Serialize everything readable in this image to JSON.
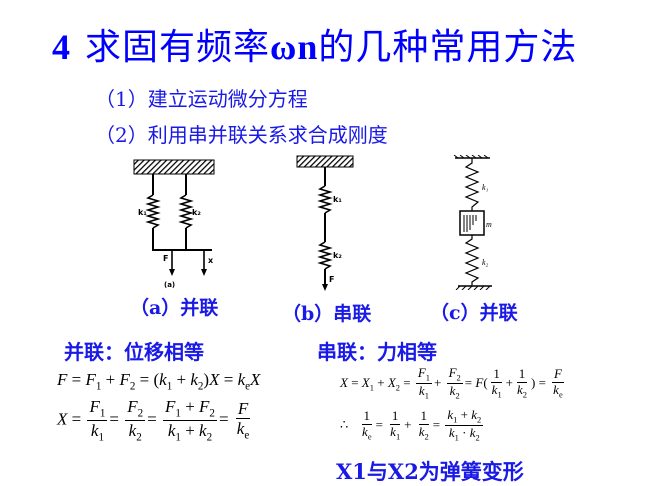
{
  "title": {
    "number": "4",
    "text_before": "求固有频率",
    "omega": "ωn",
    "text_after": "的几种常用方法"
  },
  "points": [
    {
      "label": "（1）",
      "text": "建立运动微分方程"
    },
    {
      "label": "（2）",
      "text": "利用串并联关系求合成刚度"
    }
  ],
  "figures": [
    {
      "id": "a",
      "caption": "（a）并联",
      "labels": [
        "k₁",
        "k₂",
        "F",
        "x",
        "(a)"
      ]
    },
    {
      "id": "b",
      "caption": "（b）串联",
      "labels": [
        "k₁",
        "k₂",
        "F"
      ]
    },
    {
      "id": "c",
      "caption": "（c）并联",
      "labels": [
        "k₁",
        "m",
        "k₂"
      ]
    }
  ],
  "parallel": {
    "heading": "并联：位移相等",
    "eq1": "F = F1 + F2 = (k1 + k2)X = keX",
    "eq2": "X = F1/k1 = F2/k2 = (F1 + F2)/(k1 + k2) = F/ke"
  },
  "series": {
    "heading": "串联：力相等",
    "eq1": "X = X1 + X2 = F1/k1 + F2/k2 = F(1/k1 + 1/k2) = F/ke",
    "eq2": "∴ 1/ke = 1/k1 + 1/k2 = (k1 + k2)/(k1 · k2)"
  },
  "note": "X1与X2为弹簧变形",
  "colors": {
    "title": "#0000ff",
    "text": "#1a1ae6",
    "math": "#000000"
  }
}
